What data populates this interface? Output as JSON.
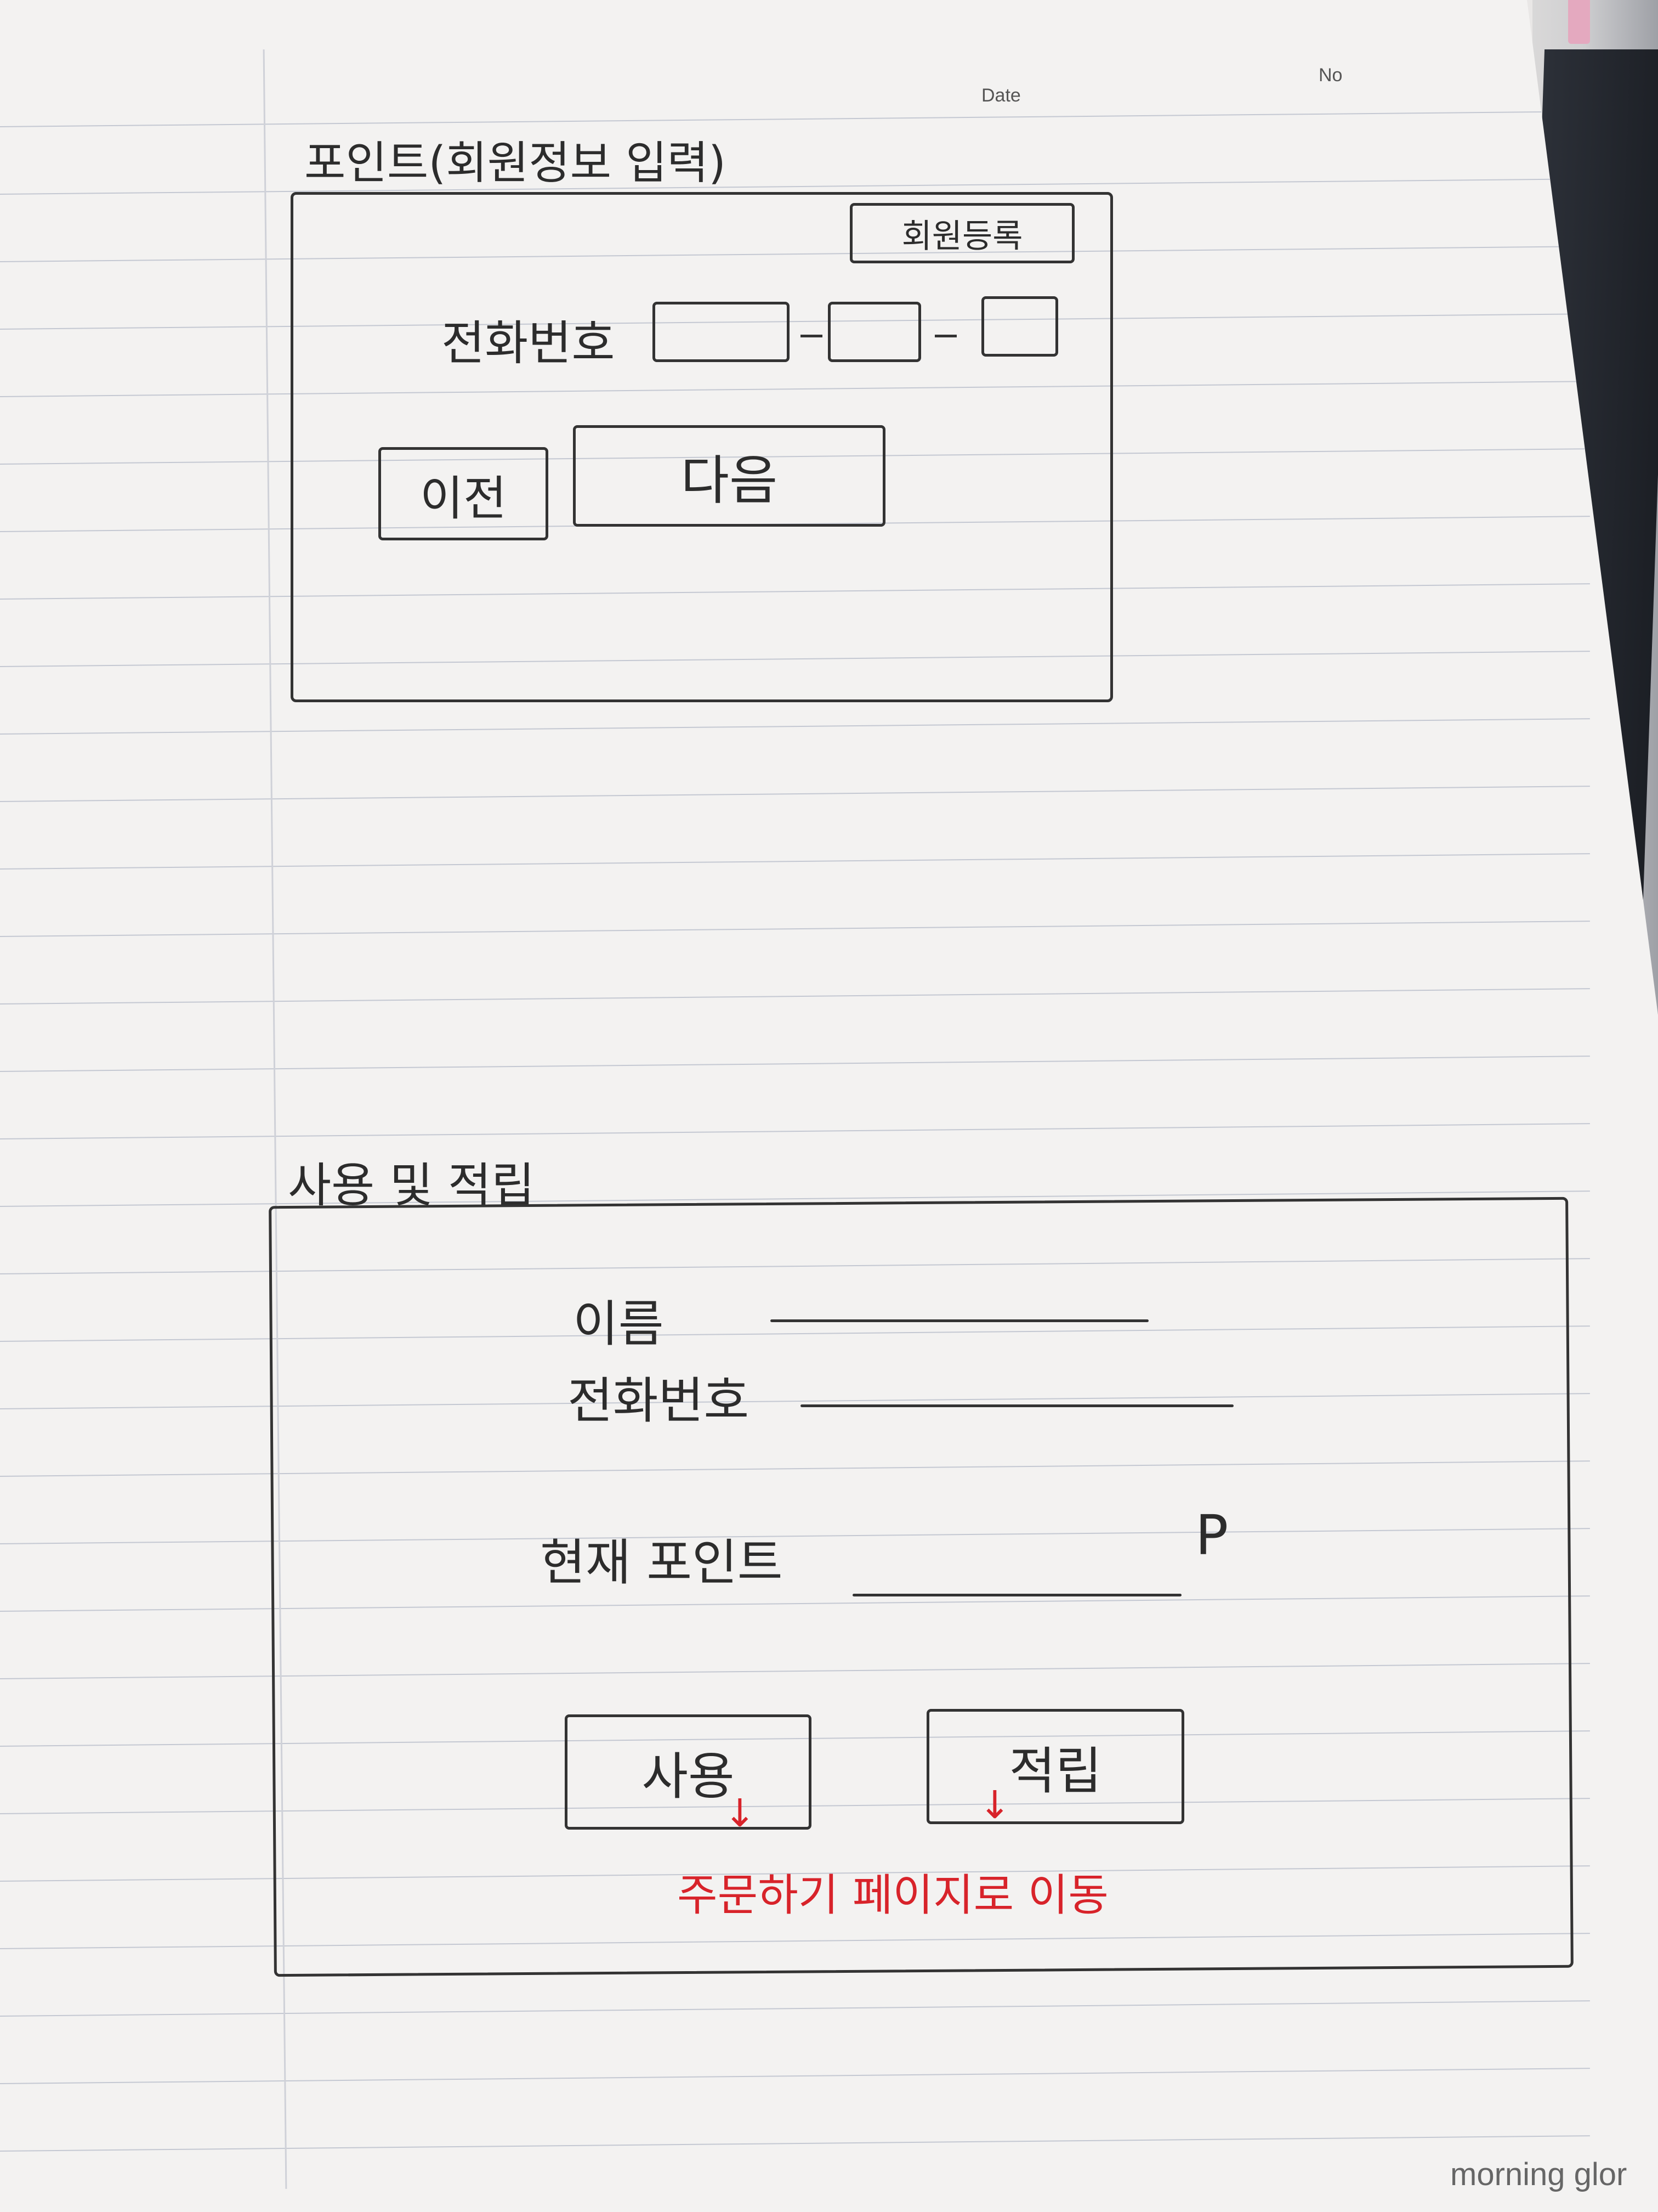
{
  "header": {
    "date_label": "Date",
    "no_label": "No"
  },
  "screen1": {
    "title": "포인트(회원정보 입력)",
    "signup_button": "회원등록",
    "phone_label": "전화번호",
    "prev_button": "이전",
    "next_button": "다음"
  },
  "screen2": {
    "title": "사용 및 적립",
    "name_label": "이름",
    "phone_label": "전화번호",
    "points_label": "현재 포인트",
    "points_unit": "P",
    "use_button": "사용",
    "earn_button": "적립",
    "note": "주문하기 페이지로 이동"
  },
  "footer": {
    "brand": "morning glor"
  },
  "colors": {
    "annotation": "#d8232a",
    "pencil": "#2c2c2c",
    "paper": "#f3f2f1"
  }
}
